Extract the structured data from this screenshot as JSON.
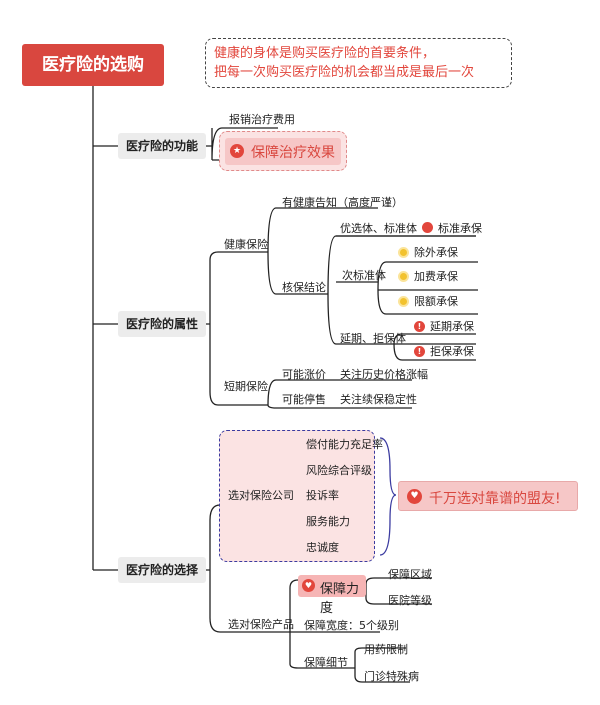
{
  "root": {
    "title": "医疗险的选购"
  },
  "callout": {
    "line1": "健康的身体是购买医疗险的首要条件，",
    "line2": "把每一次购买医疗险的机会都当成是最后一次"
  },
  "function": {
    "label": "医疗险的功能",
    "items": [
      "报销治疗费用"
    ],
    "highlight": "保障治疗效果"
  },
  "attributes": {
    "label": "医疗险的属性",
    "health": {
      "label": "健康保险",
      "disclosure": "有健康告知（高度严谨）",
      "conclusion": "核保结论",
      "preferred": {
        "label": "优选体、标准体",
        "result": "标准承保"
      },
      "substandard": {
        "label": "次标准体",
        "results": [
          "除外承保",
          "加费承保",
          "限额承保"
        ]
      },
      "postponed": {
        "label": "延期、拒保体",
        "results": [
          "延期承保",
          "拒保承保"
        ]
      }
    },
    "short": {
      "label": "短期保险",
      "rows": [
        {
          "label": "可能涨价",
          "note": "关注历史价格涨幅"
        },
        {
          "label": "可能停售",
          "note": "关注续保稳定性"
        }
      ]
    }
  },
  "selection": {
    "label": "医疗险的选择",
    "company": {
      "label": "选对保险公司",
      "items": [
        "偿付能力充足率",
        "风险综合评级",
        "投诉率",
        "服务能力",
        "忠诚度"
      ],
      "highlight": "千万选对靠谱的盟友!"
    },
    "product": {
      "label": "选对保险产品",
      "power": {
        "label": "保障力度",
        "items": [
          "保障区域",
          "医院等级"
        ]
      },
      "breadth": "保障宽度：5个级别",
      "details": {
        "label": "保障细节",
        "items": [
          "用药限制",
          "门诊特殊病"
        ]
      }
    }
  },
  "colors": {
    "accent": "#d9473f",
    "warning": "#f2c22e",
    "company_border": "#3b3ba0"
  }
}
